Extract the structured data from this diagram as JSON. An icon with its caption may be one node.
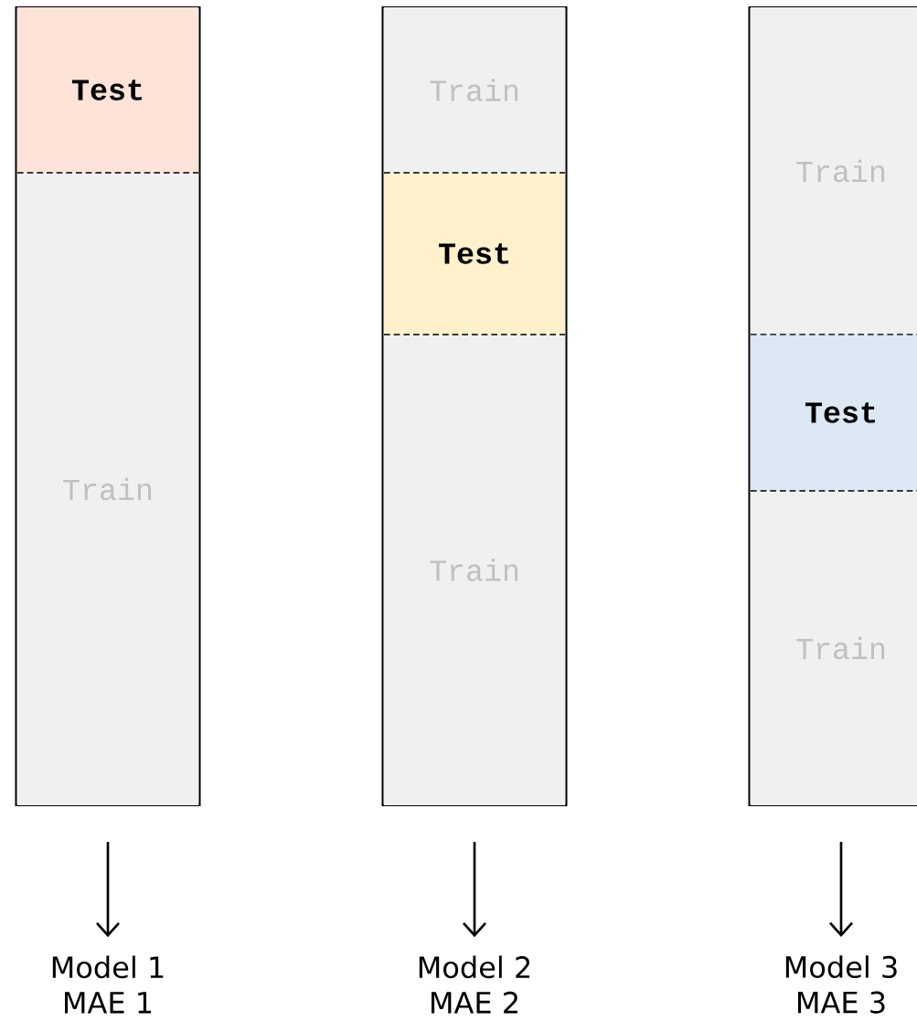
{
  "diagram": {
    "nodes": [
      {
        "text": [],
        "shape": "box"
      },
      {
        "text": [
          "Test"
        ],
        "in": 0
      },
      {
        "text": [
          "Train"
        ],
        "in": 0
      },
      {
        "text": [],
        "shape": "box"
      },
      {
        "text": [
          "Train"
        ],
        "in": 3
      },
      {
        "text": [
          "Test"
        ],
        "in": 3
      },
      {
        "text": [
          "Train"
        ],
        "in": 3
      },
      {
        "text": [],
        "shape": "box"
      },
      {
        "text": [
          "Train"
        ],
        "in": 7
      },
      {
        "text": [
          "Test"
        ],
        "in": 7
      },
      {
        "text": [
          "Train"
        ],
        "in": 7
      },
      {
        "text": [
          "Model 1",
          "MAE 1"
        ]
      },
      {
        "text": [
          "Model 2",
          "MAE 2"
        ]
      },
      {
        "text": [
          "Model 3",
          "MAE 3"
        ]
      }
    ],
    "edges": [
      {
        "from": 0,
        "to": 11,
        "arrow": "to"
      },
      {
        "from": 3,
        "to": 12,
        "arrow": "to"
      },
      {
        "from": 7,
        "to": 13,
        "arrow": "to"
      }
    ]
  }
}
